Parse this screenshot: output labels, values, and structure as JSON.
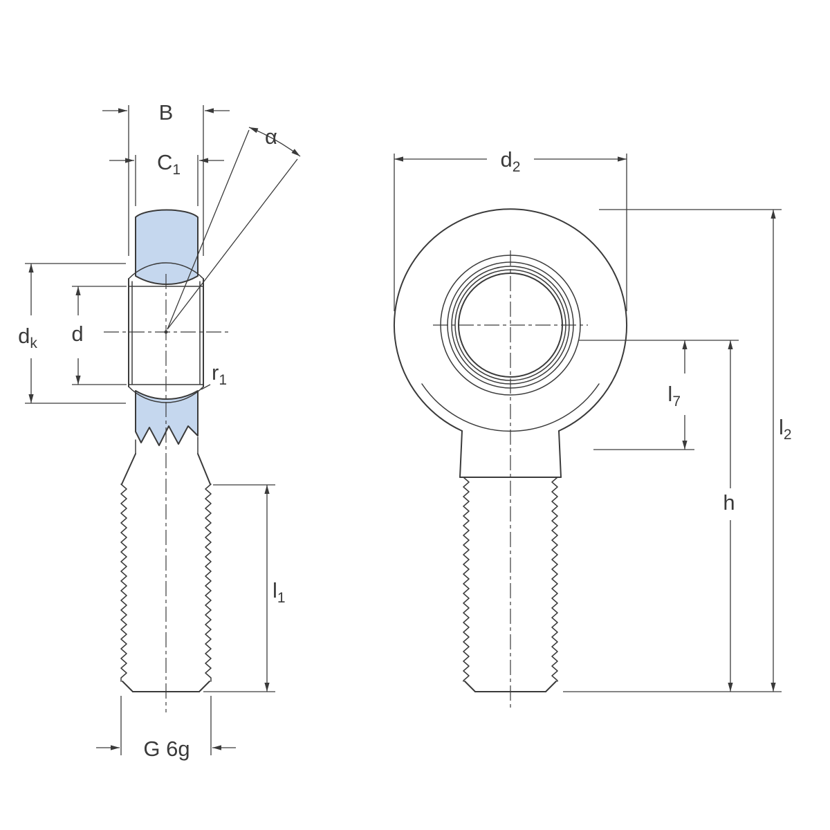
{
  "colors": {
    "housing_fill": "#c5d7ee",
    "line": "#3a3a3a"
  },
  "left_view": {
    "labels": {
      "B": "B",
      "C1": {
        "main": "C",
        "sub": "1"
      },
      "alpha": "α",
      "dk": {
        "main": "d",
        "sub": "k"
      },
      "d": "d",
      "r1": {
        "main": "r",
        "sub": "1"
      },
      "l1": {
        "main": "l",
        "sub": "1"
      },
      "thread": "G 6g"
    }
  },
  "right_view": {
    "labels": {
      "d2": {
        "main": "d",
        "sub": "2"
      },
      "l7": {
        "main": "l",
        "sub": "7"
      },
      "h": "h",
      "l2": {
        "main": "l",
        "sub": "2"
      }
    }
  }
}
